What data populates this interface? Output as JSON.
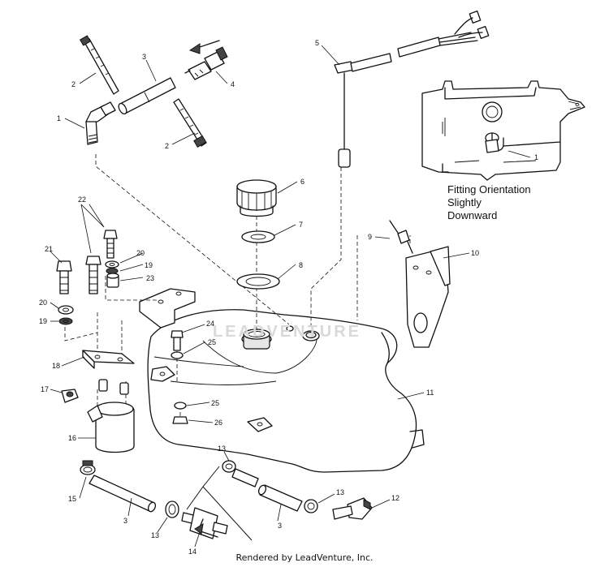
{
  "diagram": {
    "callouts": {
      "c1a": "1",
      "c1b": "1",
      "c2a": "2",
      "c2b": "2",
      "c3a": "3",
      "c3b": "3",
      "c3c": "3",
      "c4": "4",
      "c5": "5",
      "c6": "6",
      "c7": "7",
      "c8": "8",
      "c9": "9",
      "c10": "10",
      "c11": "11",
      "c12": "12",
      "c13a": "13",
      "c13b": "13",
      "c13c": "13",
      "c14": "14",
      "c15": "15",
      "c16": "16",
      "c17": "17",
      "c18": "18",
      "c19a": "19",
      "c19b": "19",
      "c20a": "20",
      "c20b": "20",
      "c21": "21",
      "c22": "22",
      "c23": "23",
      "c24": "24",
      "c25a": "25",
      "c25b": "25",
      "c26": "26"
    },
    "inset_note": [
      "Fitting Orientation",
      "Slightly",
      "Downward"
    ],
    "watermark": "LEADVENTURE",
    "footer": "Rendered by LeadVenture, Inc."
  }
}
